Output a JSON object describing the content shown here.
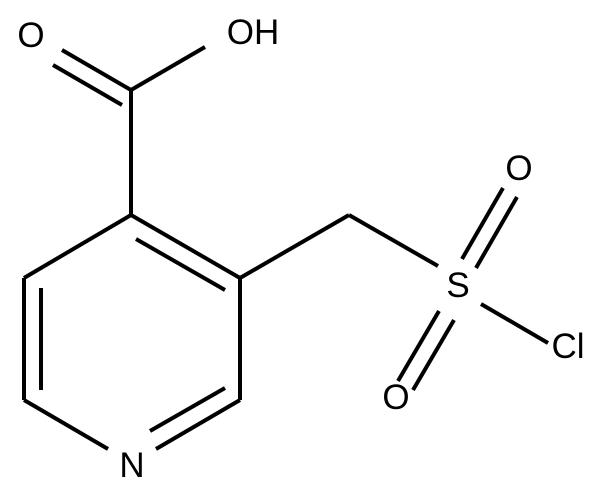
{
  "molecule": {
    "atoms": {
      "o_carbonyl": "O",
      "o_hydroxyl": "OH",
      "nitrogen": "N",
      "sulfur": "S",
      "o_sulfonyl_top": "O",
      "o_sulfonyl_bottom": "O",
      "chlorine": "Cl"
    }
  }
}
